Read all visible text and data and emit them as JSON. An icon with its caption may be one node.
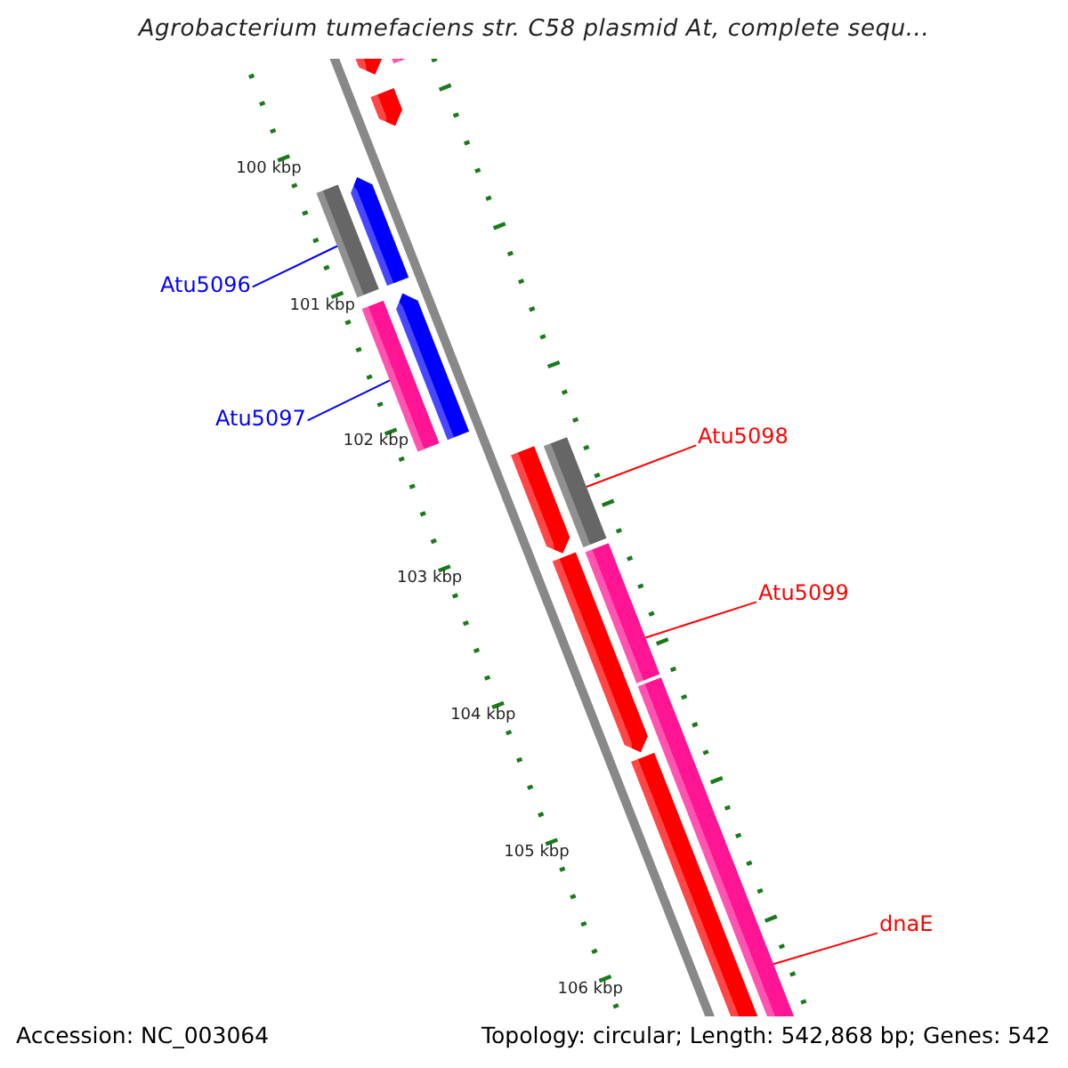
{
  "diagram": {
    "title": "Agrobacterium tumefaciens str. C58 plasmid At, complete sequ...",
    "nodes": [
      {
        "text": [],
        "shape": "pentagon"
      },
      {
        "text": [],
        "shape": "bar"
      },
      {
        "text": [],
        "shape": "pentagon"
      },
      {
        "text": [
          "Atu5096"
        ]
      },
      {
        "text": [],
        "shape": "bar"
      },
      {
        "text": [],
        "shape": "pentagon"
      },
      {
        "text": [
          "Atu5097"
        ]
      },
      {
        "text": [],
        "shape": "bar"
      },
      {
        "text": [],
        "shape": "pentagon"
      },
      {
        "text": [
          "Atu5098"
        ]
      },
      {
        "text": [],
        "shape": "pentagon"
      },
      {
        "text": [],
        "shape": "bar"
      },
      {
        "text": [
          "Atu5099"
        ]
      },
      {
        "text": [],
        "shape": "pentagon"
      },
      {
        "text": [],
        "shape": "bar"
      },
      {
        "text": [],
        "shape": "bar"
      },
      {
        "text": [],
        "shape": "pentagon"
      },
      {
        "text": [
          "dnaE"
        ]
      }
    ],
    "edges": [
      {
        "from": 3,
        "to": 4,
        "arrow": "none",
        "color": "#0000ff"
      },
      {
        "from": 6,
        "to": 7,
        "arrow": "none",
        "color": "#0000ff"
      },
      {
        "from": 9,
        "to": 11,
        "arrow": "none"
      },
      {
        "from": 12,
        "to": 14,
        "arrow": "none"
      },
      {
        "from": 17,
        "to": 15,
        "arrow": "none"
      }
    ],
    "labels": [
      "100 kbp",
      "101 kbp",
      "102 kbp",
      "103 kbp",
      "104 kbp",
      "105 kbp",
      "106 kbp",
      "Accession: NC_003064",
      "Topology: circular; Length: 542,868 bp; Genes: 542"
    ]
  }
}
